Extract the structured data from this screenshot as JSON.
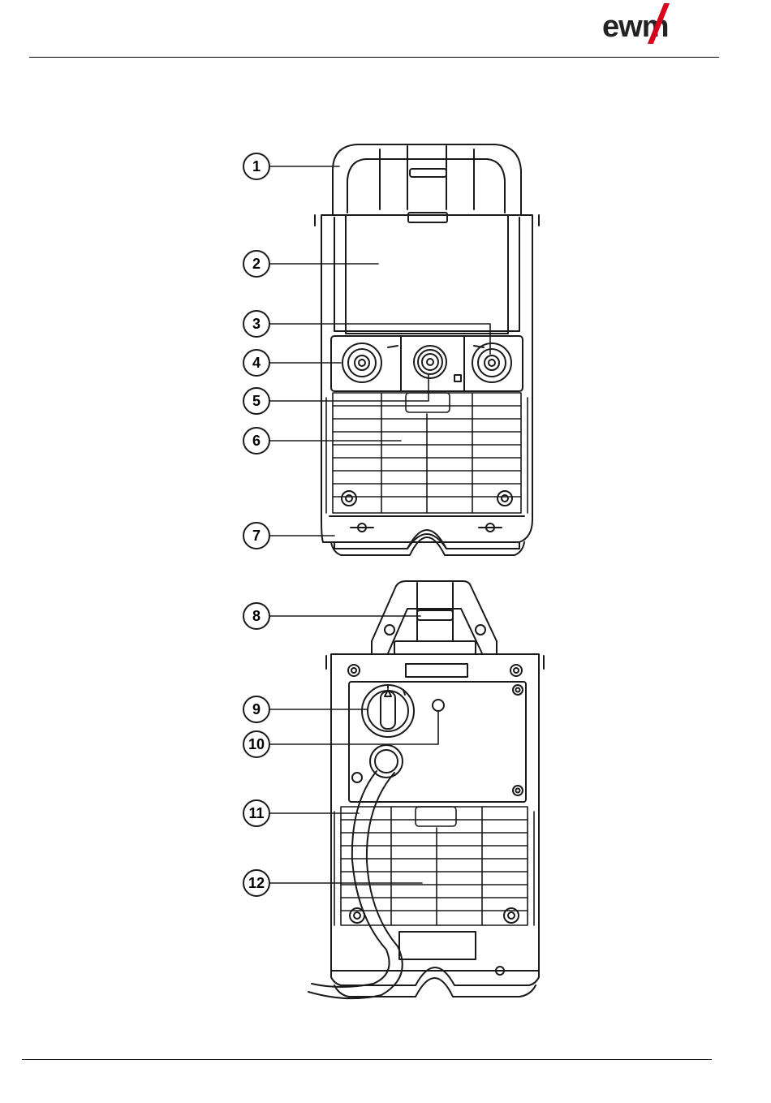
{
  "header": {
    "logo_text": "ewm"
  },
  "callouts": [
    "1",
    "2",
    "3",
    "4",
    "5",
    "6",
    "7",
    "8",
    "9",
    "10",
    "11",
    "12"
  ],
  "colors": {
    "brand_red": "#d6001c",
    "line": "#1a1a1a"
  }
}
